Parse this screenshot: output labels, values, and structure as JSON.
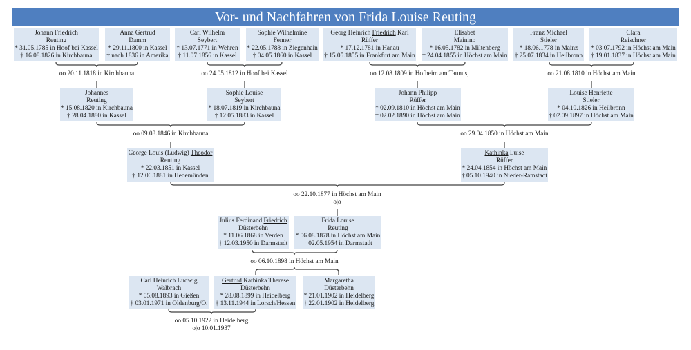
{
  "title": "Vor- und Nachfahren von Frida Louise Reuting",
  "colors": {
    "title_bar": "#4f7fc0",
    "person_box": "#dce6f2",
    "connector": "#404040"
  },
  "persons": [
    {
      "name1": [
        {
          "t": "Johann Friedrich",
          "u": false
        }
      ],
      "name2": "Reuting",
      "born": "* 31.05.1785 in Hoof bei Kassel",
      "died": "† 16.08.1826 in Kirchbauna"
    },
    {
      "name1": [
        {
          "t": "Anna Gertrud",
          "u": false
        }
      ],
      "name2": "Damm",
      "born": "* 29.11.1800 in Kassel",
      "died": "† nach 1836 in Amerika"
    },
    {
      "name1": [
        {
          "t": "Carl Wilhelm",
          "u": false
        }
      ],
      "name2": "Seybert",
      "born": "* 13.07.1771 in Wehren",
      "died": "† 11.07.1856 in Kassel"
    },
    {
      "name1": [
        {
          "t": "Sophie Wilhelmine",
          "u": false
        }
      ],
      "name2": "Fenner",
      "born": "* 22.05.1788 in Ziegenhain",
      "died": "† 04.05.1860 in Kassel"
    },
    {
      "name1": [
        {
          "t": "Georg Heinrich ",
          "u": false
        },
        {
          "t": "Friedrich",
          "u": true
        },
        {
          "t": " Karl",
          "u": false
        }
      ],
      "name2": "Rüffer",
      "born": "* 17.12.1781 in Hanau",
      "died": "† 15.05.1855 in Frankfurt am Main"
    },
    {
      "name1": [
        {
          "t": "Elisabet",
          "u": false
        }
      ],
      "name2": "Mainino",
      "born": "* 16.05.1782 in Miltenberg",
      "died": "† 24.04.1855 in Höchst am Main"
    },
    {
      "name1": [
        {
          "t": "Franz Michael",
          "u": false
        }
      ],
      "name2": "Stieler",
      "born": "* 18.06.1778 in Mainz",
      "died": "† 25.07.1834 in Heilbronn"
    },
    {
      "name1": [
        {
          "t": "Clara",
          "u": false
        }
      ],
      "name2": "Reischner",
      "born": "* 03.07.1792 in Höchst am Main",
      "died": "† 19.01.1837 in Höchst am Main"
    },
    {
      "name1": [
        {
          "t": "Johannes",
          "u": false
        }
      ],
      "name2": "Reuting",
      "born": "* 15.08.1820 in Kirchbauna",
      "died": "† 28.04.1880 in Kassel"
    },
    {
      "name1": [
        {
          "t": "Sophie Louise",
          "u": false
        }
      ],
      "name2": "Seybert",
      "born": "* 18.07.1819 in Kirchbauna",
      "died": "† 12.05.1883 in Kassel"
    },
    {
      "name1": [
        {
          "t": "Johann Philipp",
          "u": false
        }
      ],
      "name2": "Rüffer",
      "born": "* 02.09.1810 in Höchst am Main",
      "died": "† 02.02.1890 in Höchst am Main"
    },
    {
      "name1": [
        {
          "t": "Louise Henriette",
          "u": false
        }
      ],
      "name2": "Stieler",
      "born": "* 04.10.1826 in Heilbronn",
      "died": "† 02.09.1897 in Höchst am Main"
    },
    {
      "name1": [
        {
          "t": "George Louis (Ludwig) ",
          "u": false
        },
        {
          "t": "Theodor",
          "u": true
        }
      ],
      "name2": "Reuting",
      "born": "* 22.03.1851 in Kassel",
      "died": "† 12.06.1881 in Hedemünden"
    },
    {
      "name1": [
        {
          "t": "Kathinka",
          "u": true
        },
        {
          "t": " Luise",
          "u": false
        }
      ],
      "name2": "Rüffer",
      "born": "* 24.04.1854 in Höchst am Main",
      "died": "† 05.10.1940 in Nieder-Ramstadt"
    },
    {
      "name1": [
        {
          "t": "Julius Ferdinand ",
          "u": false
        },
        {
          "t": "Friedrich",
          "u": true
        }
      ],
      "name2": "Düsterbehn",
      "born": "* 11.06.1868 in Verden",
      "died": "† 12.03.1950 in Darmstadt"
    },
    {
      "name1": [
        {
          "t": "Frida Louise",
          "u": false
        }
      ],
      "name2": "Reuting",
      "born": "* 06.08.1878 in Höchst am Main",
      "died": "† 02.05.1954 in Darmstadt"
    },
    {
      "name1": [
        {
          "t": "Carl Heinrich Ludwig",
          "u": false
        }
      ],
      "name2": "Walbrach",
      "born": "* 05.08.1893 in Gießen",
      "died": "† 03.01.1971 in Oldenburg/O."
    },
    {
      "name1": [
        {
          "t": "Gertrud",
          "u": true
        },
        {
          "t": " Kathinka Therese",
          "u": false
        }
      ],
      "name2": "Düsterbehn",
      "born": "* 28.08.1899 in Heidelberg",
      "died": "† 13.11.1944 in Lorsch/Hessen"
    },
    {
      "name1": [
        {
          "t": "Margaretha",
          "u": false
        }
      ],
      "name2": "Düsterbehn",
      "born": "* 21.01.1902 in Heidelberg",
      "died": "† 22.01.1902 in Heidelberg"
    }
  ],
  "marriages": [
    {
      "lines": [
        "oo 20.11.1818 in Kirchbauna"
      ]
    },
    {
      "lines": [
        "oo 24.05.1812 in Hoof bei Kassel"
      ]
    },
    {
      "lines": [
        "oo 12.08.1809 in Hofheim am Taunus,"
      ]
    },
    {
      "lines": [
        "oo 21.08.1810 in Höchst am Main"
      ]
    },
    {
      "lines": [
        "oo 09.08.1846 in Kirchbauna"
      ]
    },
    {
      "lines": [
        "oo 29.04.1850 in Höchst am Main"
      ]
    },
    {
      "lines": [
        "oo 22.10.1877 in Höchst am Main",
        "o|o"
      ]
    },
    {
      "lines": [
        "oo 06.10.1898 in Höchst am Main"
      ]
    },
    {
      "lines": [
        "oo 05.10.1922 in Heidelberg",
        "o|o 10.01.1937"
      ]
    }
  ]
}
